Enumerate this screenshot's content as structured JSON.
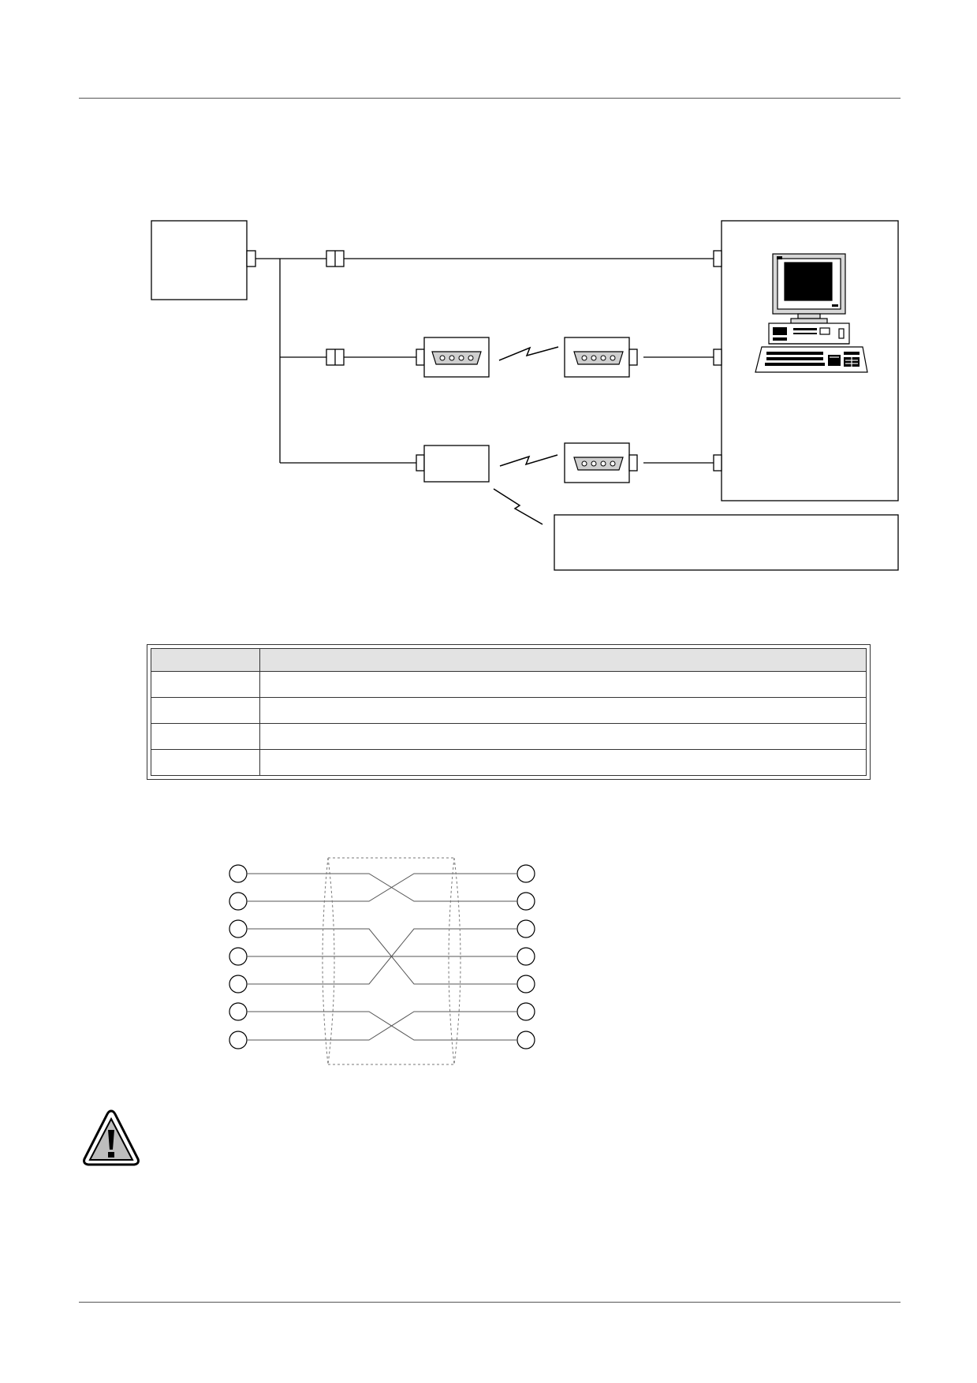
{
  "page": {
    "header_rule": "top-rule",
    "footer_rule": "bottom-rule"
  },
  "diagram": {
    "icons": [
      "controller-box-icon",
      "cable-connector-icon",
      "modem-icon",
      "wireless-link-icon",
      "radio-adapter-icon",
      "computer-icon",
      "note-box"
    ],
    "line_color": "#000000"
  },
  "spec_table": {
    "headers": [
      "",
      ""
    ],
    "rows": [
      [
        "",
        ""
      ],
      [
        "",
        ""
      ],
      [
        "",
        ""
      ],
      [
        "",
        ""
      ]
    ]
  },
  "wiring": {
    "left_pins": 7,
    "right_pins": 7,
    "shield": "dashed-shield",
    "line_color": "#555555"
  },
  "warning": {
    "icon": "warning-triangle-icon"
  }
}
